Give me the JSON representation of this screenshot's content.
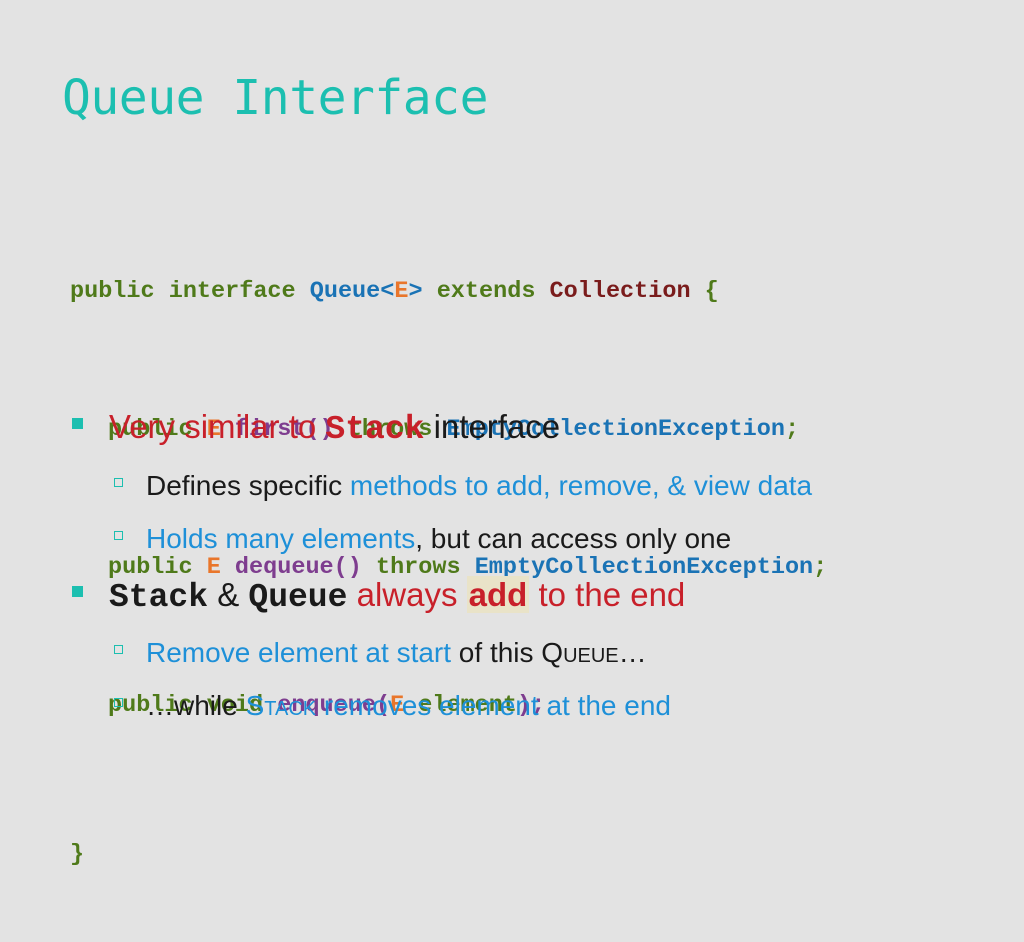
{
  "title": "Queue Interface",
  "code": {
    "line1": {
      "kw1": "public interface ",
      "type": "Queue",
      "lt": "<",
      "gen": "E",
      "gt": "> ",
      "kw2": "extends ",
      "collection": "Collection",
      "brace": " {"
    },
    "line2": {
      "kw1": "public ",
      "gen": "E",
      "method": " first()",
      "kw2": " throws ",
      "exc": "EmptyCollectionException",
      "semi": ";"
    },
    "line3": {
      "kw1": "public ",
      "gen": "E",
      "method": " dequeue()",
      "kw2": " throws ",
      "exc": "EmptyCollectionException",
      "semi": ";"
    },
    "line4": {
      "kw1": "public void ",
      "method": "enqueue(",
      "gen": "E",
      "param": " element",
      "close": ");"
    },
    "closing": "}"
  },
  "bullets": [
    {
      "a": "Very similar to ",
      "b": "Stack",
      "c": " interface",
      "sub": [
        {
          "a": "Defines specific ",
          "b": "methods to add, remove, & view data"
        },
        {
          "a": "Holds many elements",
          "b": ", but can access only one"
        }
      ]
    },
    {
      "a": "Stack",
      "b": " & ",
      "c": "Queue",
      "d": " always ",
      "e": "add",
      "f": " to the end",
      "sub": [
        {
          "a": "Remove element at start",
          "b": " of this ",
          "c": "Queue",
          "d": "…"
        },
        {
          "a": "…while ",
          "b": "Stack",
          "c": " removes element at the end"
        }
      ]
    }
  ],
  "colors": {
    "background": "#e3e3e3",
    "title": "#1cbfb0",
    "keyword": "#4f7a1a",
    "type": "#1a73b5",
    "generic": "#e9762b",
    "collection": "#7a1c1c",
    "method": "#7e3d8f",
    "red": "#c8202a",
    "blue": "#1e90d8",
    "bullet_marker": "#1cbfb0"
  }
}
